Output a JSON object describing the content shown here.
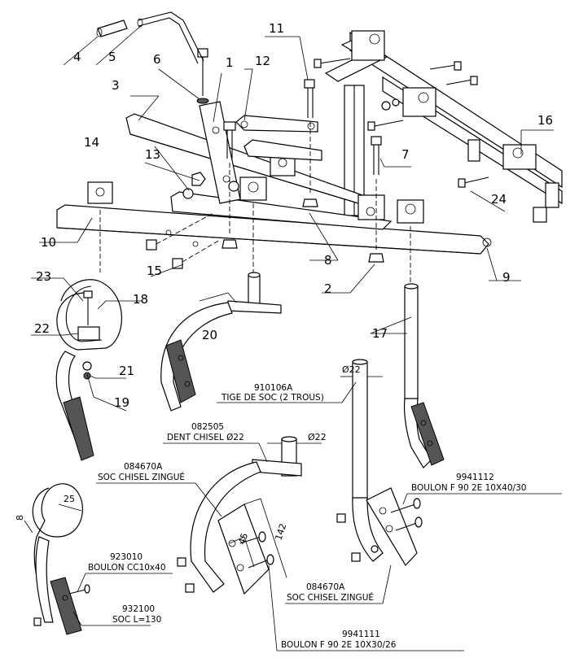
{
  "diagram": {
    "title": "Exploded parts view - tine / chisel assembly",
    "item_numbers": [
      "1",
      "2",
      "3",
      "4",
      "5",
      "6",
      "7",
      "8",
      "9",
      "10",
      "11",
      "12",
      "13",
      "14",
      "15",
      "16",
      "17",
      "18",
      "19",
      "20",
      "21",
      "22",
      "23",
      "24"
    ],
    "callouts": {
      "tige": {
        "code": "910106A",
        "desc": "TIGE DE SOC (2 TROUS)",
        "dim": "Ø22"
      },
      "dent": {
        "code": "082505",
        "desc": "DENT CHISEL Ø22",
        "dim": "Ø22"
      },
      "soc_top": {
        "code": "084670A",
        "desc": "SOC CHISEL ZINGUÉ"
      },
      "boulon_cc": {
        "code": "923010",
        "desc": "BOULON CC10x40"
      },
      "soc_l": {
        "code": "932100",
        "desc": "SOC  L=130"
      },
      "boulon_f40": {
        "code": "9941112",
        "desc": "BOULON F 90 2E 10X40/30"
      },
      "soc_bottom": {
        "code": "084670A",
        "desc": "SOC CHISEL ZINGUÉ"
      },
      "boulon_f30": {
        "code": "9941111",
        "desc": "BOULON F 90 2E 10X30/26"
      }
    },
    "dimensions": {
      "d25": "25",
      "d8": "8",
      "d45": "45",
      "d142": "142"
    }
  }
}
